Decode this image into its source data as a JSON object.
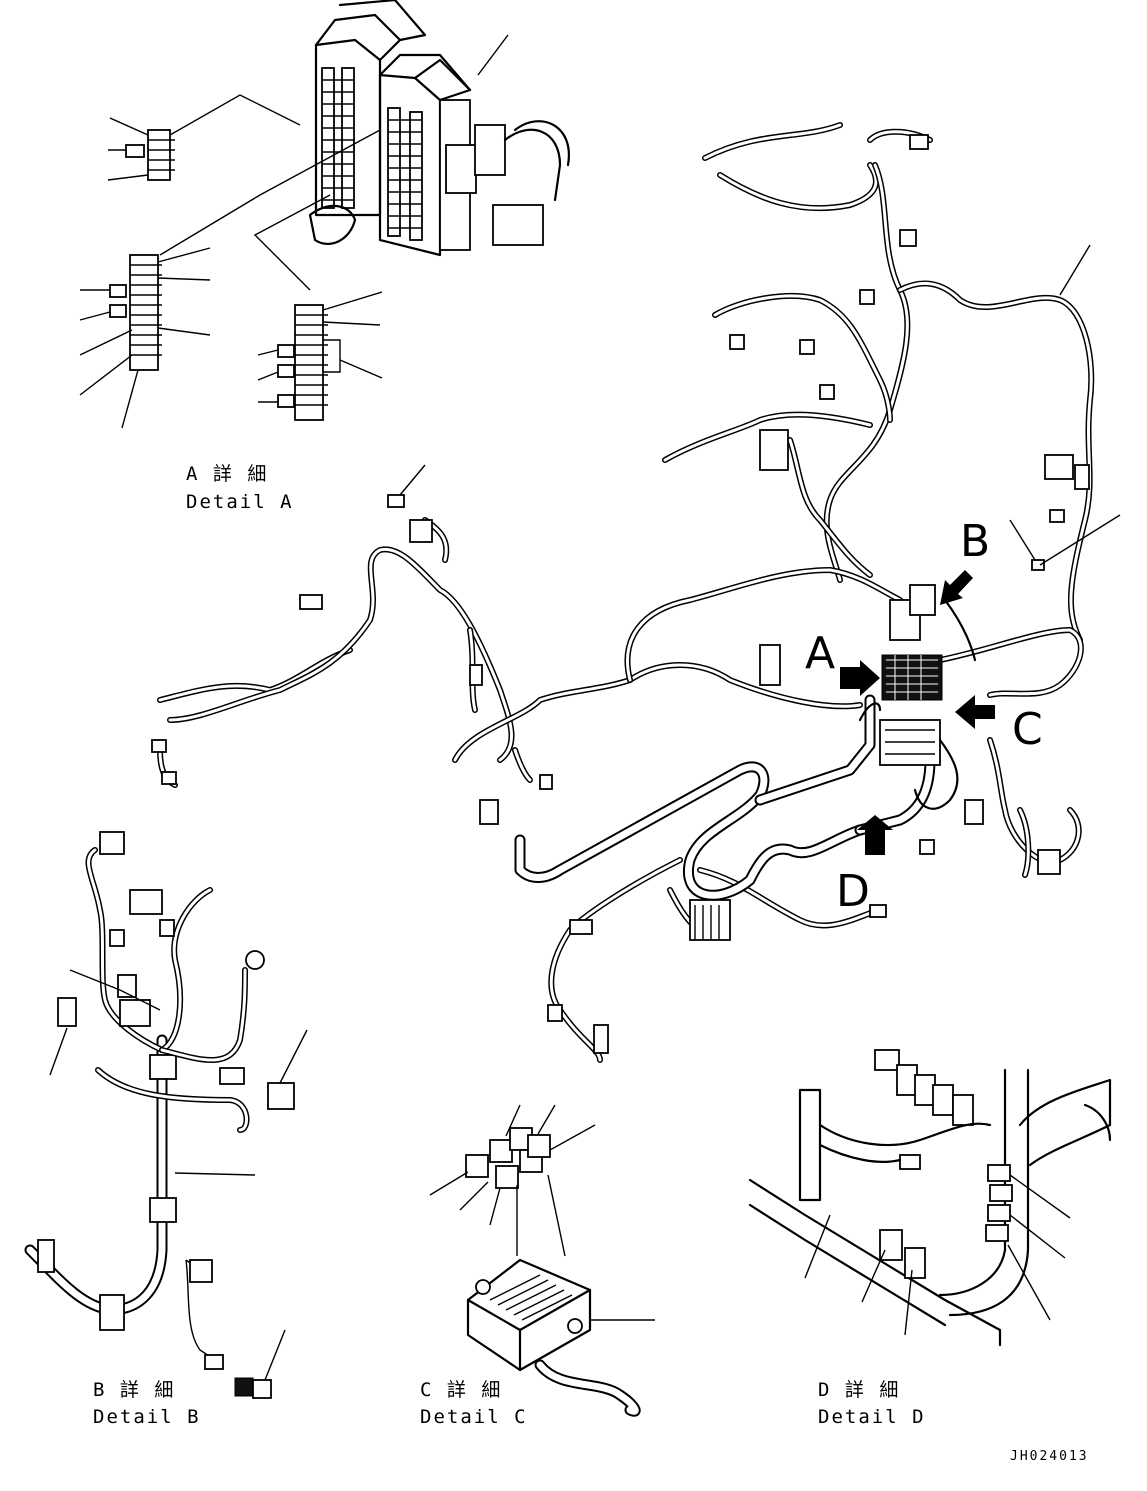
{
  "drawing": {
    "view_letters": {
      "a": "A",
      "b": "B",
      "c": "C",
      "d": "D"
    },
    "details": {
      "a": {
        "jp": "A 詳 細",
        "en": "Detail A"
      },
      "b": {
        "jp": "B 詳 細",
        "en": "Detail B"
      },
      "c": {
        "jp": "C 詳 細",
        "en": "Detail C"
      },
      "d": {
        "jp": "D 詳 細",
        "en": "Detail D"
      }
    },
    "drawing_number": "JH024013"
  }
}
